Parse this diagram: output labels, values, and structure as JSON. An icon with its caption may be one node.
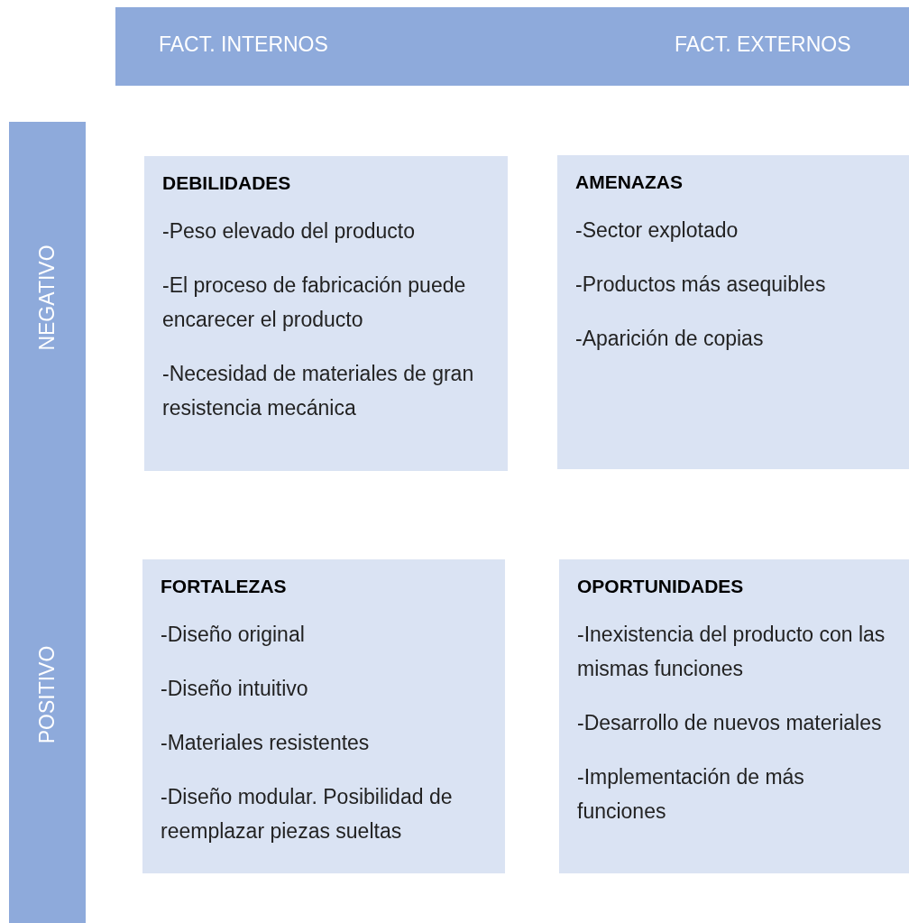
{
  "diagram": {
    "nodes": [
      {
        "text": [
          "FACT. INTERNOS",
          "FACT. EXTERNOS"
        ]
      },
      {
        "text": [
          "NEGATIVO",
          "POSITIVO"
        ]
      },
      {
        "text": [
          "DEBILIDADES",
          "-Peso elevado del producto",
          "-El proceso de fabricación puede encarecer el producto",
          "-Necesidad de materiales de gran resistencia mecánica"
        ]
      },
      {
        "text": [
          "AMENAZAS",
          "-Sector explotado",
          "-Productos más asequibles",
          "-Aparición de copias"
        ]
      },
      {
        "text": [
          "FORTALEZAS",
          "-Diseño original",
          "-Diseño intuitivo",
          "-Materiales resistentes",
          "-Diseño modular. Posibilidad de reemplazar piezas sueltas"
        ]
      },
      {
        "text": [
          "OPORTUNIDADES",
          "-Inexistencia del producto con las mismas funciones",
          "-Desarrollo de nuevos materiales",
          "-Implementación de más funciones"
        ]
      }
    ]
  }
}
